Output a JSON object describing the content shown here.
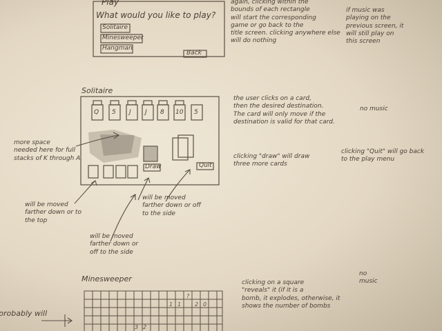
{
  "sections": {
    "play": {
      "title": "Play",
      "prompt": "What would you like to play?",
      "options": [
        "Solitaire",
        "Minesweeper",
        "Hangman"
      ],
      "back_label": "Back",
      "note": "again, clicking within the\nbounds of each rectangle\nwill start the corresponding\ngame or go back to the\ntitle screen. clicking anywhere else\nwill do nothing",
      "music_note": "if music was\nplaying on the\nprevious screen, it\nwill still play on\nthis screen"
    },
    "solitaire": {
      "title": "Solitaire",
      "top_cards": [
        "Q",
        "5",
        "J",
        "J",
        "8",
        "10",
        "5"
      ],
      "draw_label": "Draw",
      "quit_label": "Quit",
      "note": "the user clicks on a card,\nthen the desired destination.\nThe card will only move if the\ndestination is valid for that card.",
      "draw_note": "clicking \"draw\" will draw\nthree more cards",
      "music_note": "no music",
      "quit_note": "clicking \"Quit\" will go back\nto the play menu",
      "space_note": "more space\nneeded here for full\nstacks of K through A",
      "annot_1": "will be moved\nfarther down or to\nthe top",
      "annot_2": "will be moved\nfarther down or\noff to the side",
      "annot_3": "will be moved\nfarther down or off\nto the side"
    },
    "minesweeper": {
      "title": "Minesweeper",
      "note": "clicking on a square\n\"reveals\" it (if it is a\nbomb, it explodes, otherwise, it\nshows the number of bombs",
      "music_note": "no\nmusic",
      "left_note": "probably will"
    }
  }
}
